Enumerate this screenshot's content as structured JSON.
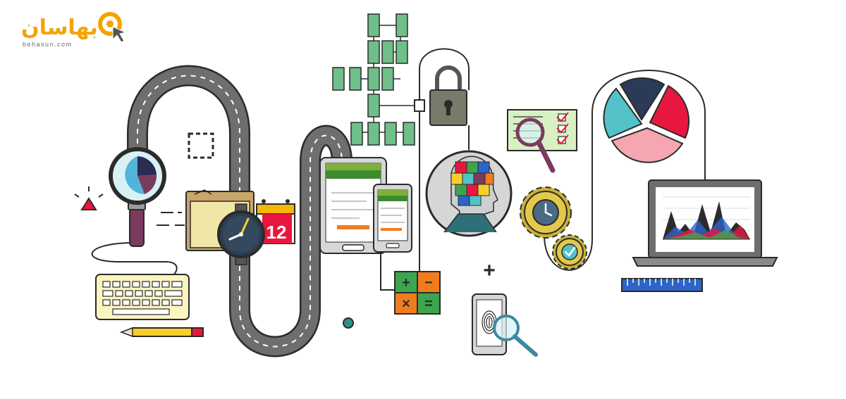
{
  "brand": {
    "name": "بهاسان",
    "domain": "behasun.com",
    "color": "#f5a300",
    "icon": "cursor-target-icon"
  },
  "scene": {
    "calendar": {
      "day": "12"
    },
    "calculator": {
      "symbols": [
        "+",
        "−",
        "×",
        "="
      ]
    },
    "plus_sign": "+"
  },
  "colors": {
    "road": "#6e6e6e",
    "outline": "#2b2b2b",
    "accent_yellow": "#f5a300",
    "accent_red": "#e8173f",
    "accent_teal": "#52c2c8",
    "accent_green": "#4caf50",
    "flow_green": "#6fbf8a",
    "ruler_blue": "#2c64c8"
  }
}
